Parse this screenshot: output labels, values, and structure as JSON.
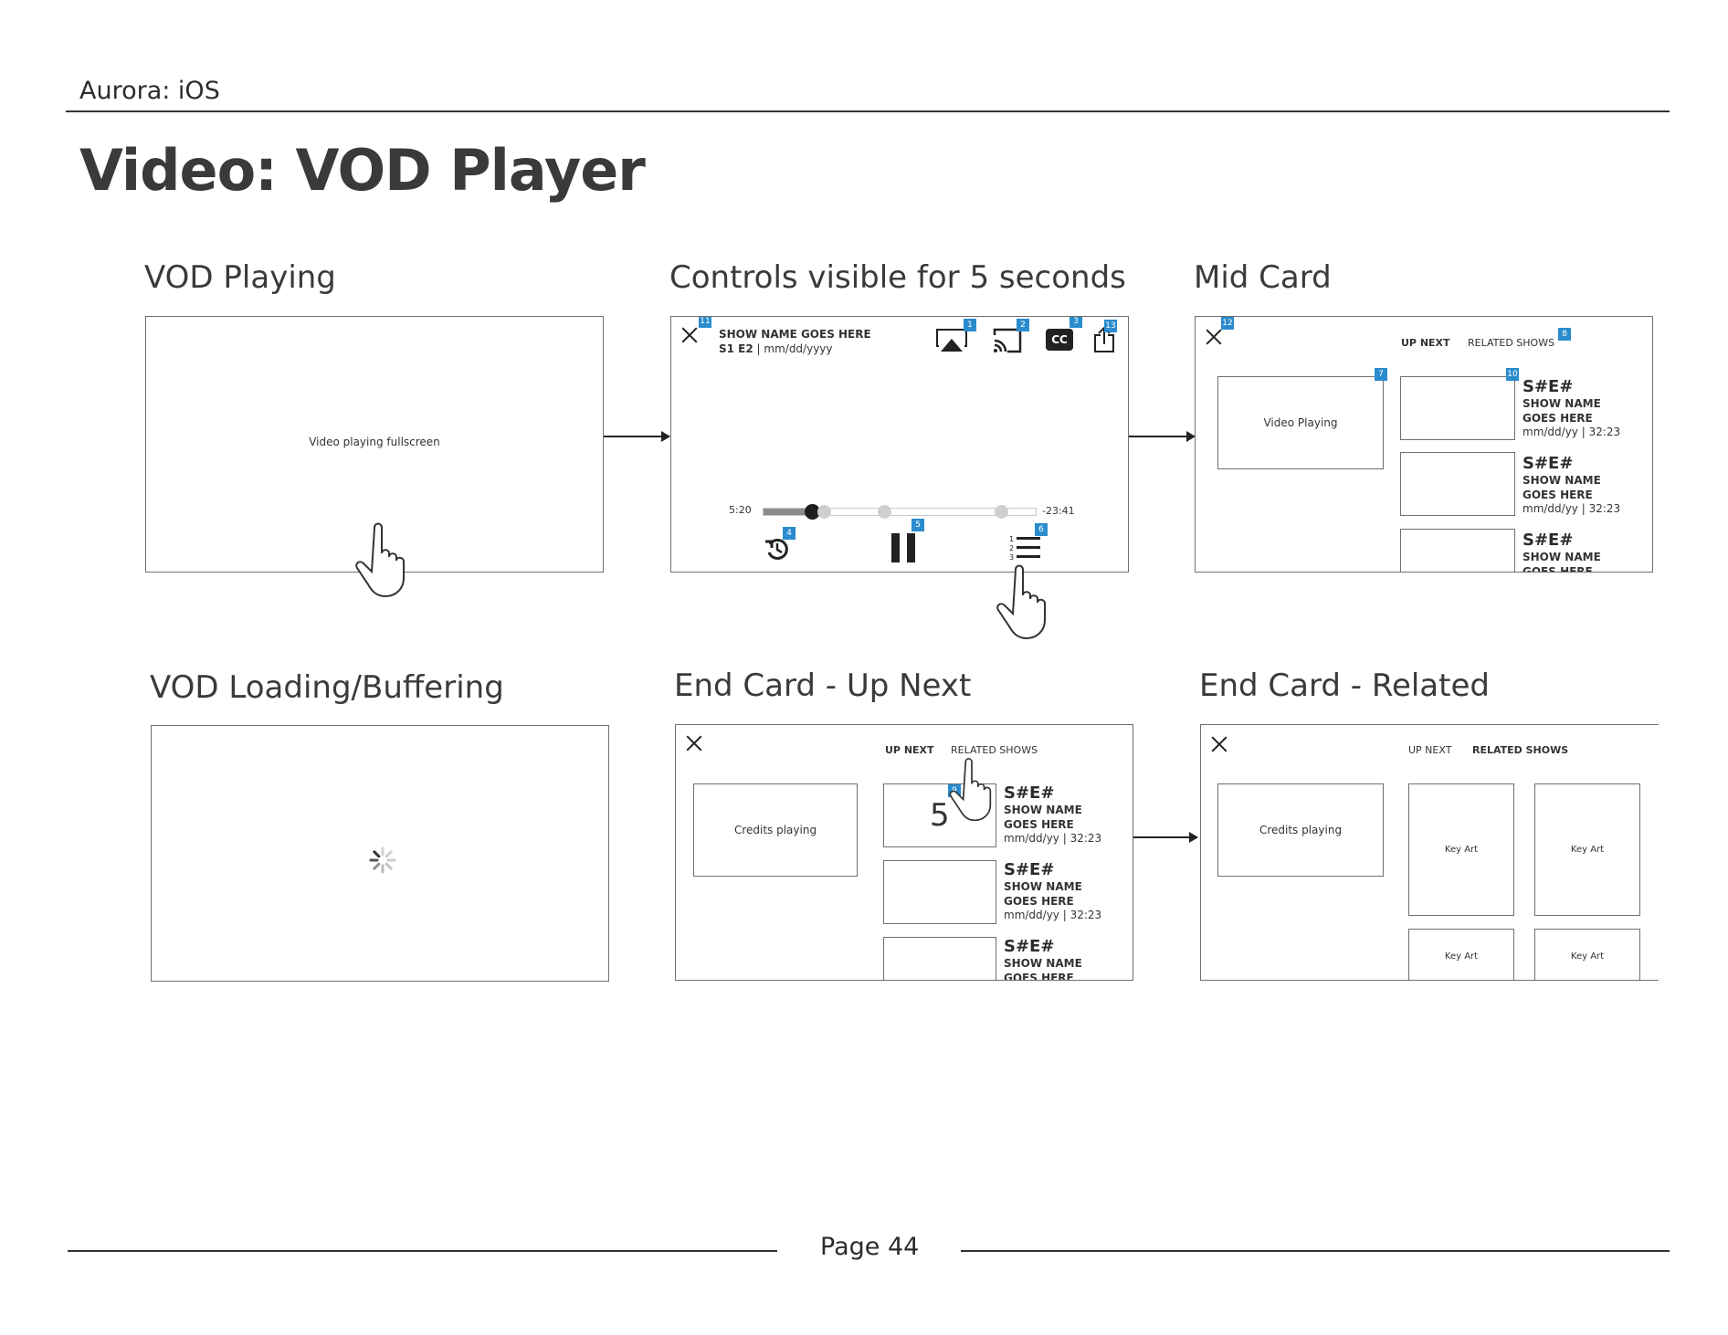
{
  "header": {
    "product": "Aurora: iOS",
    "title": "Video: VOD Player"
  },
  "footer": {
    "page": "Page 44"
  },
  "screens": {
    "playing": {
      "title": "VOD Playing",
      "content": "Video playing fullscreen"
    },
    "controls": {
      "title": "Controls visible for 5 seconds",
      "show_name": "SHOW NAME GOES HERE",
      "episode": "S1 E2",
      "date": " | mm/dd/yyyy",
      "elapsed": "5:20",
      "remaining": "-23:41",
      "cc_label": "CC",
      "badges": [
        "1",
        "2",
        "3",
        "13",
        "11",
        "4",
        "5",
        "6"
      ],
      "progress_fraction": 0.18
    },
    "mid_card": {
      "title": "Mid Card",
      "tab_up_next": "UP NEXT",
      "tab_related": "RELATED SHOWS",
      "video_label": "Video Playing",
      "badges": [
        "12",
        "8",
        "7",
        "10"
      ],
      "episodes": [
        {
          "code": "S#E#",
          "name": "SHOW NAME GOES HERE",
          "meta": "mm/dd/yy | 32:23"
        },
        {
          "code": "S#E#",
          "name": "SHOW NAME GOES HERE",
          "meta": "mm/dd/yy | 32:23"
        },
        {
          "code": "S#E#",
          "name": "SHOW NAME GOES HERE",
          "meta": ""
        }
      ]
    },
    "loading": {
      "title": "VOD Loading/Buffering"
    },
    "end_up_next": {
      "title": "End Card - Up Next",
      "tab_up_next": "UP NEXT",
      "tab_related": "RELATED SHOWS",
      "credits_label": "Credits playing",
      "countdown": "5",
      "badge": "9",
      "episodes": [
        {
          "code": "S#E#",
          "name": "SHOW NAME GOES HERE",
          "meta": "mm/dd/yy | 32:23"
        },
        {
          "code": "S#E#",
          "name": "SHOW NAME GOES HERE",
          "meta": "mm/dd/yy | 32:23"
        },
        {
          "code": "S#E#",
          "name": "SHOW NAME GOES HERE",
          "meta": ""
        }
      ]
    },
    "end_related": {
      "title": "End Card - Related",
      "tab_up_next": "UP NEXT",
      "tab_related": "RELATED SHOWS",
      "credits_label": "Credits playing",
      "key_art": [
        "Key Art",
        "Key Art",
        "Key Art",
        "Key Art"
      ]
    }
  },
  "colors": {
    "badge": "#2a8ccd",
    "text": "#3b3b3b",
    "border": "#6f6f6f"
  },
  "icons": [
    "hand-pointer-icon",
    "close-icon",
    "airplay-icon",
    "cast-icon",
    "cc-icon",
    "share-icon",
    "replay-icon",
    "pause-icon",
    "episode-list-icon",
    "spinner-icon",
    "arrow-right-icon"
  ]
}
